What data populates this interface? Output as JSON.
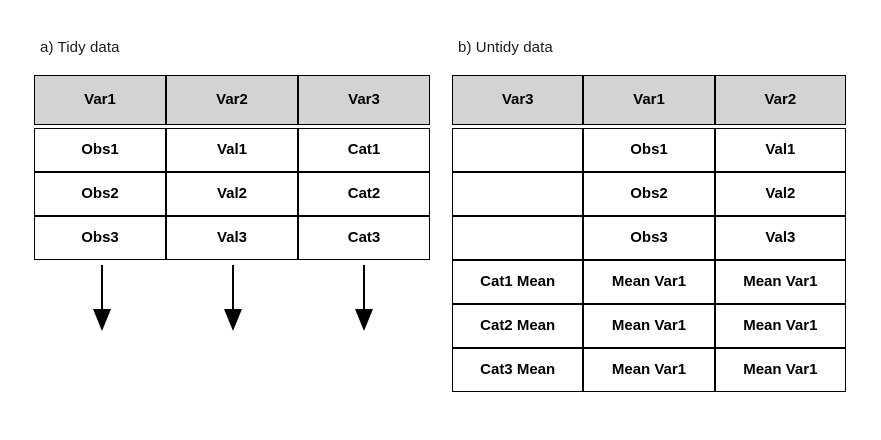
{
  "figure": {
    "background_color": "#ffffff",
    "header_fill": "#d3d3d3",
    "border_color": "#000000",
    "text_color": "#000000"
  },
  "panel_a": {
    "caption": "a) Tidy data",
    "table": {
      "columns": [
        "Var1",
        "Var2",
        "Var3"
      ],
      "rows": [
        [
          "Obs1",
          "Val1",
          "Cat1"
        ],
        [
          "Obs2",
          "Val2",
          "Cat2"
        ],
        [
          "Obs3",
          "Val3",
          "Cat3"
        ]
      ]
    },
    "arrows": [
      {
        "name": "arrow-var1",
        "direction": "down"
      },
      {
        "name": "arrow-var2",
        "direction": "down"
      },
      {
        "name": "arrow-var3",
        "direction": "down"
      }
    ]
  },
  "panel_b": {
    "caption": "b) Untidy data",
    "table": {
      "columns": [
        "Var3",
        "Var1",
        "Var2"
      ],
      "rows": [
        [
          "",
          "Obs1",
          "Val1"
        ],
        [
          "",
          "Obs2",
          "Val2"
        ],
        [
          "",
          "Obs3",
          "Val3"
        ],
        [
          "Cat1 Mean",
          "Mean Var1",
          "Mean Var1"
        ],
        [
          "Cat2 Mean",
          "Mean Var1",
          "Mean Var1"
        ],
        [
          "Cat3 Mean",
          "Mean Var1",
          "Mean Var1"
        ]
      ]
    }
  }
}
